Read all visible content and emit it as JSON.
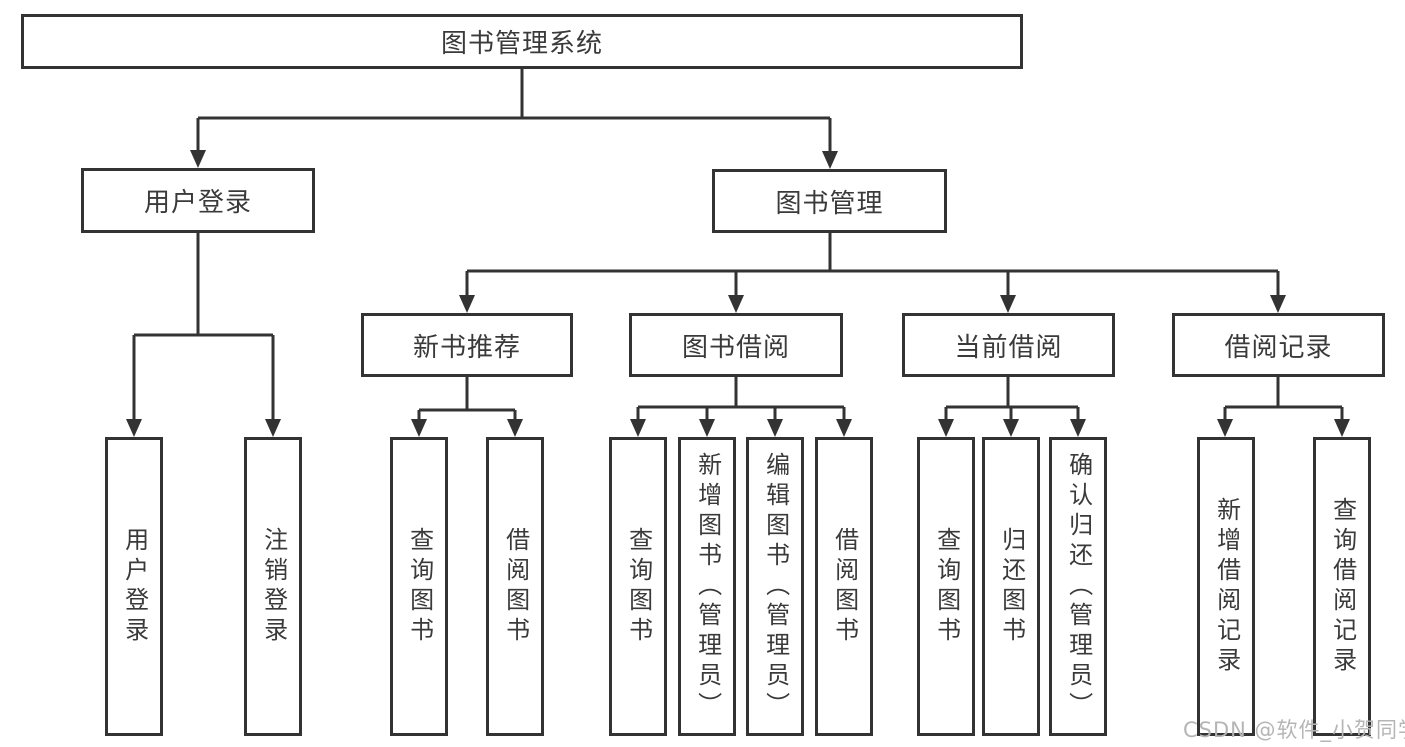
{
  "diagram_title": "图书管理系统",
  "tree": {
    "label": "图书管理系统",
    "children": [
      {
        "label": "用户登录",
        "children": [
          {
            "label": "用户登录"
          },
          {
            "label": "注销登录"
          }
        ]
      },
      {
        "label": "图书管理",
        "children": [
          {
            "label": "新书推荐",
            "children": [
              {
                "label": "查询图书"
              },
              {
                "label": "借阅图书"
              }
            ]
          },
          {
            "label": "图书借阅",
            "children": [
              {
                "label": "查询图书"
              },
              {
                "label": "新增图书（管理员）"
              },
              {
                "label": "编辑图书（管理员）"
              },
              {
                "label": "借阅图书"
              }
            ]
          },
          {
            "label": "当前借阅",
            "children": [
              {
                "label": "查询图书"
              },
              {
                "label": "归还图书"
              },
              {
                "label": "确认归还（管理员）"
              }
            ]
          },
          {
            "label": "借阅记录",
            "children": [
              {
                "label": "新增借阅记录"
              },
              {
                "label": "查询借阅记录"
              }
            ]
          }
        ]
      }
    ]
  },
  "watermark": {
    "text": "CSDN @软件_小贺同学"
  },
  "colors": {
    "line": "#333333",
    "box_border": "#333333",
    "text": "#3a3a3a",
    "watermark": "#b5b5b5",
    "background": "#ffffff"
  }
}
